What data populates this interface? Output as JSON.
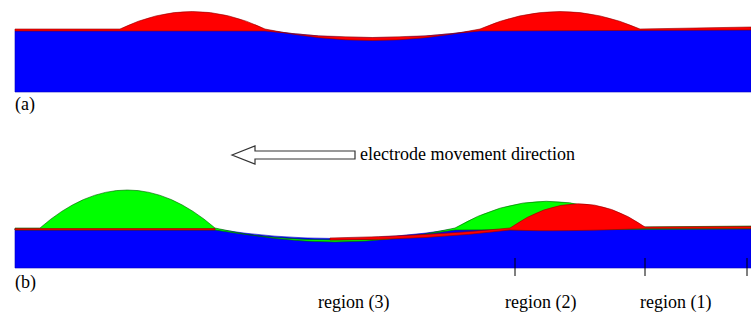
{
  "diagram": {
    "labels": [
      "(a)",
      "electrode movement direction",
      "(b)",
      "region (3)",
      "region (2)",
      "region (1)"
    ]
  }
}
